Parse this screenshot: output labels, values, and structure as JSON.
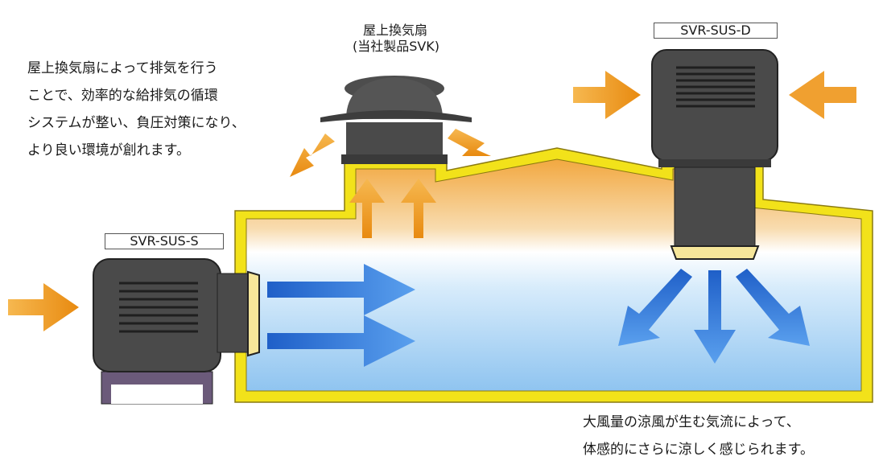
{
  "roof_fan": {
    "name": "屋上換気扇",
    "product": "(当社製品SVK)"
  },
  "fan_d": {
    "label": "SVR-SUS-D"
  },
  "fan_s": {
    "label": "SVR-SUS-S"
  },
  "description": {
    "lines": [
      "屋上換気扇によって排気を行う",
      "ことで、効率的な給排気の循環",
      "システムが整い、負圧対策になり、",
      "より良い環境が創れます。"
    ]
  },
  "caption": {
    "lines": [
      "大風量の涼風が生む気流によって、",
      "体感的にさらに涼しく感じられます。"
    ]
  },
  "colors": {
    "warm_arrow": "#f0a030",
    "cool_arrow": "#2a6fd6",
    "building_outline": "#f2e21a",
    "fan_body": "#4a4a4a",
    "warm_zone": "#f0b050",
    "cool_zone": "#8fc4f0"
  }
}
